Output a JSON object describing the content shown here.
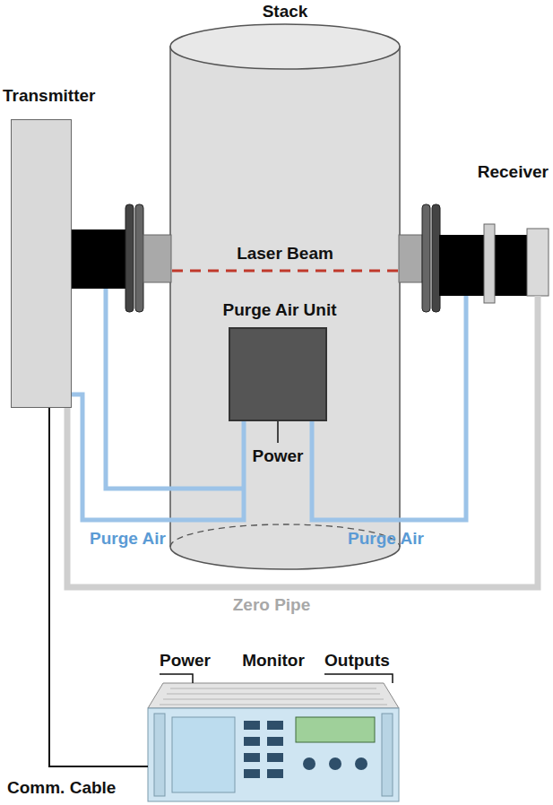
{
  "diagram": {
    "nodes": [
      {
        "text": [
          "Transmitter"
        ]
      },
      {
        "text": [
          "Receiver"
        ]
      },
      {
        "text": [
          "Purge Air Unit"
        ]
      },
      {
        "text": [
          "Monitor"
        ]
      }
    ],
    "edges": [
      {
        "from": 2,
        "to": 0,
        "label": "Purge Air",
        "arrow": "none"
      },
      {
        "from": 2,
        "to": 1,
        "label": "Purge Air",
        "arrow": "none"
      },
      {
        "from": 1,
        "to": 0,
        "label": "Zero Pipe",
        "arrow": "none"
      },
      {
        "from": 0,
        "to": 3,
        "label": "Comm. Cable",
        "arrow": "none"
      }
    ],
    "labels": [
      "Stack",
      "Laser Beam",
      "Power",
      "Power",
      "Outputs"
    ]
  }
}
